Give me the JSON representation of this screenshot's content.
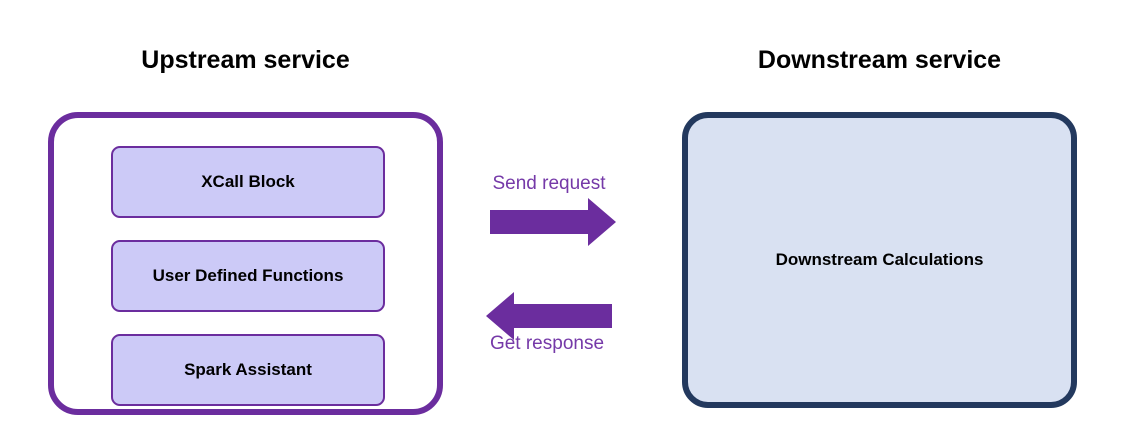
{
  "diagram": {
    "background": "#FFFFFF",
    "upstream": {
      "title": "Upstream service",
      "border_color": "#6B2D9E",
      "blocks": [
        {
          "label": "XCall Block"
        },
        {
          "label": "User Defined Functions"
        },
        {
          "label": "Spark Assistant"
        }
      ],
      "block_fill": "#CCCAF7",
      "block_border": "#6B2D9E"
    },
    "downstream": {
      "title": "Downstream service",
      "label": "Downstream Calculations",
      "border_color": "#23395E",
      "fill_color": "#D9E1F2"
    },
    "flow": {
      "arrow_color": "#6B2D9E",
      "label_color": "#7539A8",
      "send": {
        "label": "Send request",
        "icon": "arrow-right-icon",
        "direction": "right"
      },
      "receive": {
        "label": "Get response",
        "icon": "arrow-left-icon",
        "direction": "left"
      }
    }
  }
}
